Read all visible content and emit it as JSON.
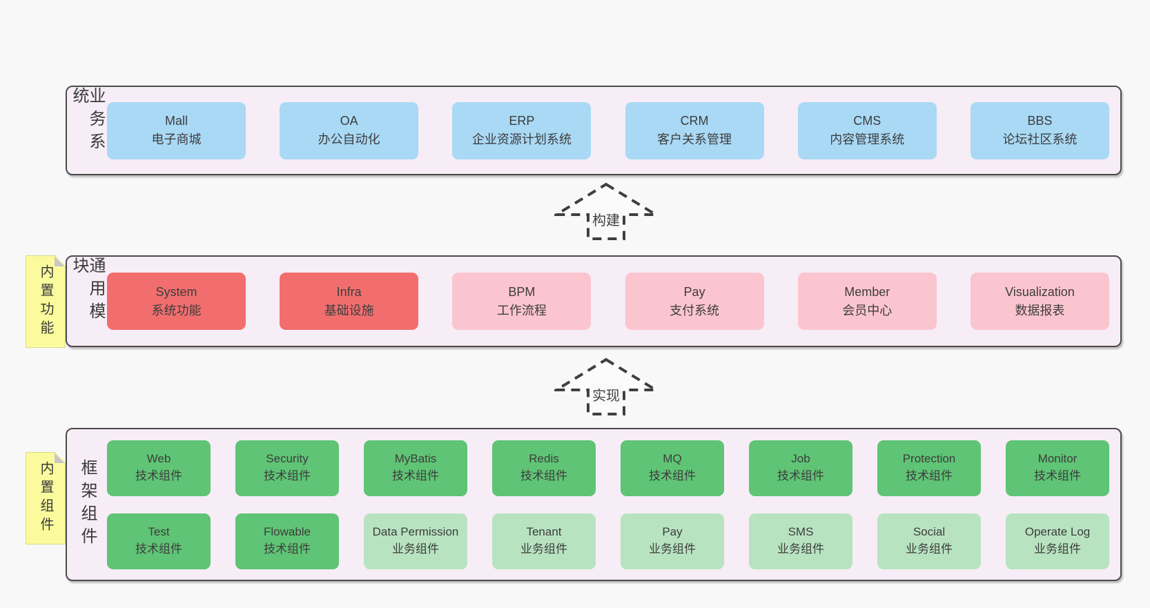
{
  "colors": {
    "page_bg": "#f8f8f8",
    "band_bg": "#f7edf6",
    "band_border": "#4a4a4a",
    "blue": "#a9d9f5",
    "red": "#f26e6e",
    "pink": "#fbc5cf",
    "green": "#5fc475",
    "light_green": "#b8e3c0",
    "note_yellow": "#fbfb9d",
    "note_fold": "#c8c8c8",
    "text": "#3d3d3d"
  },
  "arrows": [
    {
      "label": "构建"
    },
    {
      "label": "实现"
    }
  ],
  "notes": [
    {
      "text": "内置功能"
    },
    {
      "text": "内置组件"
    }
  ],
  "bands": [
    {
      "label": "业务系统",
      "rows": [
        [
          {
            "name": "Mall",
            "desc": "电子商城",
            "color": "blue"
          },
          {
            "name": "OA",
            "desc": "办公自动化",
            "color": "blue"
          },
          {
            "name": "ERP",
            "desc": "企业资源计划系统",
            "color": "blue"
          },
          {
            "name": "CRM",
            "desc": "客户关系管理",
            "color": "blue"
          },
          {
            "name": "CMS",
            "desc": "内容管理系统",
            "color": "blue"
          },
          {
            "name": "BBS",
            "desc": "论坛社区系统",
            "color": "blue"
          }
        ]
      ]
    },
    {
      "label": "通用模块",
      "rows": [
        [
          {
            "name": "System",
            "desc": "系统功能",
            "color": "red"
          },
          {
            "name": "Infra",
            "desc": "基础设施",
            "color": "red"
          },
          {
            "name": "BPM",
            "desc": "工作流程",
            "color": "pink"
          },
          {
            "name": "Pay",
            "desc": "支付系统",
            "color": "pink"
          },
          {
            "name": "Member",
            "desc": "会员中心",
            "color": "pink"
          },
          {
            "name": "Visualization",
            "desc": "数据报表",
            "color": "pink"
          }
        ]
      ]
    },
    {
      "label": "框架组件",
      "rows": [
        [
          {
            "name": "Web",
            "desc": "技术组件",
            "color": "green"
          },
          {
            "name": "Security",
            "desc": "技术组件",
            "color": "green"
          },
          {
            "name": "MyBatis",
            "desc": "技术组件",
            "color": "green"
          },
          {
            "name": "Redis",
            "desc": "技术组件",
            "color": "green"
          },
          {
            "name": "MQ",
            "desc": "技术组件",
            "color": "green"
          },
          {
            "name": "Job",
            "desc": "技术组件",
            "color": "green"
          },
          {
            "name": "Protection",
            "desc": "技术组件",
            "color": "green"
          },
          {
            "name": "Monitor",
            "desc": "技术组件",
            "color": "green"
          }
        ],
        [
          {
            "name": "Test",
            "desc": "技术组件",
            "color": "green"
          },
          {
            "name": "Flowable",
            "desc": "技术组件",
            "color": "green"
          },
          {
            "name": "Data Permission",
            "desc": "业务组件",
            "color": "light_green"
          },
          {
            "name": "Tenant",
            "desc": "业务组件",
            "color": "light_green"
          },
          {
            "name": "Pay",
            "desc": "业务组件",
            "color": "light_green"
          },
          {
            "name": "SMS",
            "desc": "业务组件",
            "color": "light_green"
          },
          {
            "name": "Social",
            "desc": "业务组件",
            "color": "light_green"
          },
          {
            "name": "Operate Log",
            "desc": "业务组件",
            "color": "light_green"
          }
        ]
      ]
    }
  ]
}
